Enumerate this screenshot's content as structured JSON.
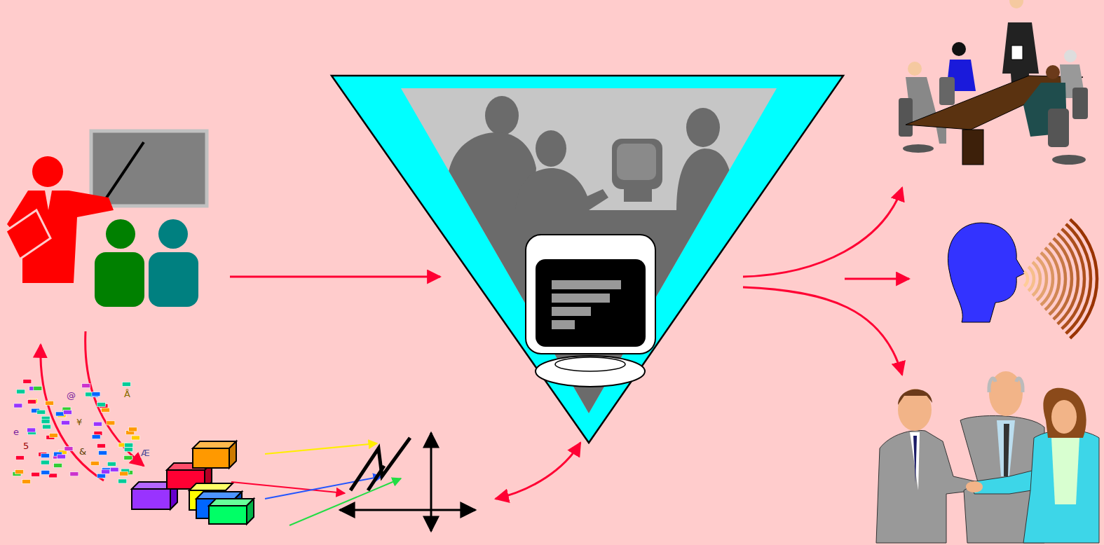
{
  "diagram": {
    "labels": [
      "Å",
      "@",
      "¥",
      "&",
      "e",
      "5",
      "Æ"
    ]
  }
}
